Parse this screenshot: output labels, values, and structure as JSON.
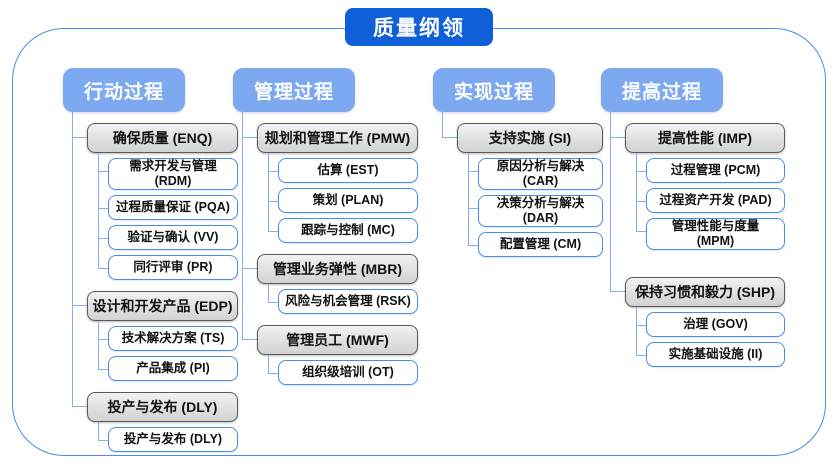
{
  "title": "质量纲领",
  "palette": {
    "title_bg": "#0f5fd8",
    "header_bg": "#7da9f1",
    "connector": "#85aef2",
    "leaf_border": "#4b8de6",
    "frame_border": "#4b8de6",
    "group_border": "#5a5a5a"
  },
  "columns": [
    {
      "id": "action-process",
      "header": "行动过程",
      "groups": [
        {
          "label": "确保质量 (ENQ)",
          "children": [
            "需求开发与管理 (RDM)",
            "过程质量保证 (PQA)",
            "验证与确认 (VV)",
            "同行评审 (PR)"
          ]
        },
        {
          "label": "设计和开发产品 (EDP)",
          "children": [
            "技术解决方案 (TS)",
            "产品集成 (PI)"
          ]
        },
        {
          "label": "投产与发布 (DLY)",
          "children": [
            "投产与发布 (DLY)"
          ]
        }
      ]
    },
    {
      "id": "management-process",
      "header": "管理过程",
      "groups": [
        {
          "label": "规划和管理工作 (PMW)",
          "children": [
            "估算 (EST)",
            "策划 (PLAN)",
            "跟踪与控制 (MC)"
          ]
        },
        {
          "label": "管理业务弹性 (MBR)",
          "children": [
            "风险与机会管理 (RSK)"
          ]
        },
        {
          "label": "管理员工 (MWF)",
          "children": [
            "组织级培训 (OT)"
          ]
        }
      ]
    },
    {
      "id": "implementation-process",
      "header": "实现过程",
      "groups": [
        {
          "label": "支持实施 (SI)",
          "children": [
            "原因分析与解决 (CAR)",
            "决策分析与解决 (DAR)",
            "配置管理 (CM)"
          ]
        }
      ]
    },
    {
      "id": "improvement-process",
      "header": "提高过程",
      "groups": [
        {
          "label": "提高性能 (IMP)",
          "children": [
            "过程管理 (PCM)",
            "过程资产开发 (PAD)",
            "管理性能与度量\n(MPM)"
          ]
        },
        {
          "label": "保持习惯和毅力 (SHP)",
          "children": [
            "治理 (GOV)",
            "实施基础设施 (II)"
          ]
        }
      ]
    }
  ]
}
